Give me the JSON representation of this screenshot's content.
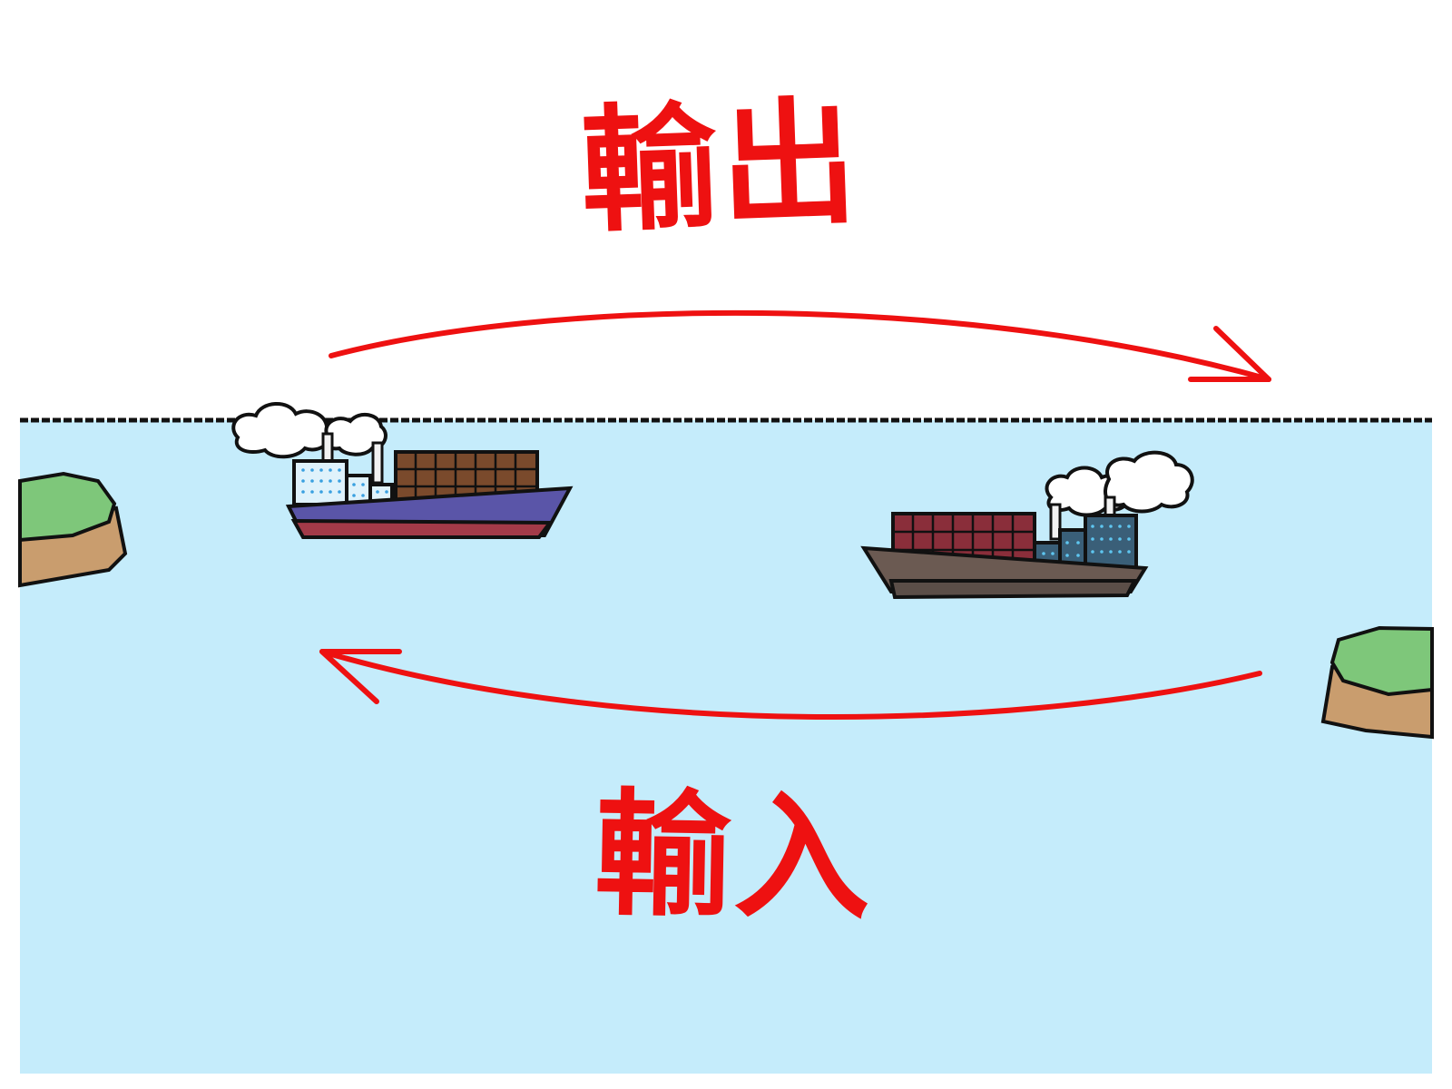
{
  "labels": {
    "export": "輸出",
    "import": "輸入"
  },
  "icons": {
    "export_arrow": "curved-arrow-right",
    "import_arrow": "curved-arrow-left",
    "ship_outbound": "container-ship",
    "ship_inbound": "container-ship"
  },
  "colors": {
    "accent": "#ee1111",
    "sea": "#c5ecfb",
    "grass": "#7ec77a",
    "earth": "#c99d6e"
  }
}
